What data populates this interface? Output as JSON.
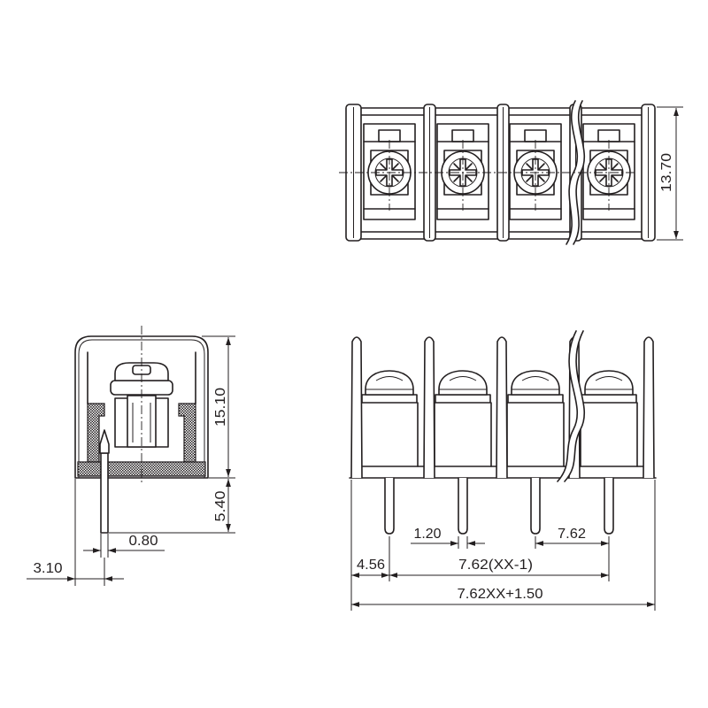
{
  "top_view": {
    "width_dim": "13.70"
  },
  "side_view": {
    "height_dim": "15.10",
    "pin_length_dim": "5.40",
    "pin_width_dim": "0.80",
    "pin_offset_dim": "3.10"
  },
  "front_view": {
    "pin_dia_dim": "1.20",
    "pitch_dim": "7.62",
    "edge_to_pin_dim": "4.56",
    "pin_span_dim": "7.62(XX-1)",
    "overall_length_dim": "7.62XX+1.50"
  },
  "style": {
    "line_color": "#231f20",
    "background": "#ffffff"
  }
}
